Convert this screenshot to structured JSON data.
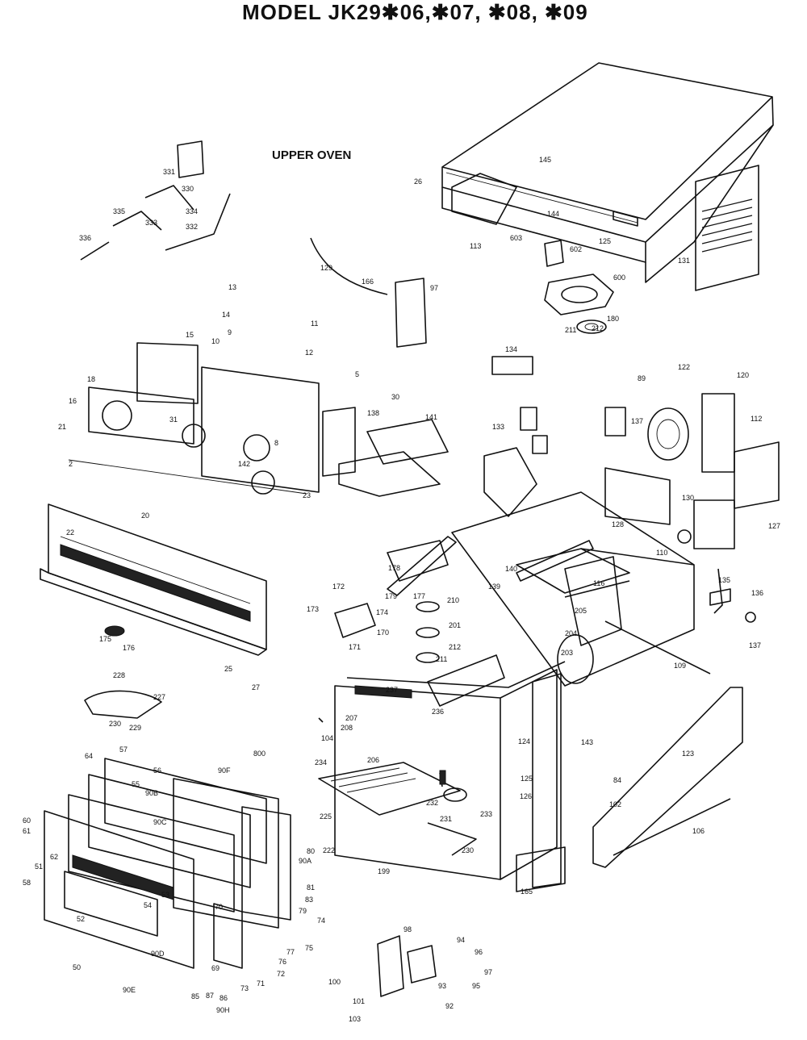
{
  "header": {
    "title": "MODEL  JK29✱06,✱07, ✱08, ✱09",
    "section_label": "UPPER OVEN"
  },
  "callouts": {
    "p145": "145",
    "p144": "144",
    "p125": "125",
    "p131": "131",
    "p113": "113",
    "p26": "26",
    "p603": "603",
    "p602": "602",
    "p600": "600",
    "p180": "180",
    "p211": "211",
    "p212": "212",
    "p129": "129",
    "p166": "166",
    "p97": "97",
    "p13": "13",
    "p14": "14",
    "p9": "9",
    "p10": "10",
    "p11": "11",
    "p12": "12",
    "p15": "15",
    "p16": "16",
    "p18": "18",
    "p5": "5",
    "p30": "30",
    "p21": "21",
    "p31": "31",
    "p2": "2",
    "p8": "8",
    "p142": "142",
    "p23": "23",
    "p20": "20",
    "p22": "22",
    "p138": "138",
    "p141": "141",
    "p134": "134",
    "p89": "89",
    "p122": "122",
    "p120": "120",
    "p112": "112",
    "p137a": "137",
    "p133": "133",
    "p130": "130",
    "p127": "127",
    "p128": "128",
    "p110": "110",
    "p139": "139",
    "p140": "140",
    "p135": "135",
    "p136": "136",
    "p137": "137",
    "p116": "116",
    "p172": "172",
    "p173": "173",
    "p174": "174",
    "p170": "170",
    "p171": "171",
    "p175": "175",
    "p176": "176",
    "p178": "178",
    "p177": "177",
    "p179": "179",
    "p210": "210",
    "p201": "201",
    "p212b": "212",
    "p211b": "211",
    "p205": "205",
    "p204": "204",
    "p203": "203",
    "p109": "109",
    "p228": "228",
    "p227": "227",
    "p230": "230",
    "p229": "229",
    "p25": "25",
    "p27": "27",
    "p237": "237",
    "p236": "236",
    "p104": "104",
    "p207": "207",
    "p208": "208",
    "p206": "206",
    "p124": "124",
    "p143": "143",
    "p84": "84",
    "p123": "123",
    "p57": "57",
    "p56": "56",
    "p64": "64",
    "p55": "55",
    "p90F": "90F",
    "p800": "800",
    "p90B": "90B",
    "p90C": "90C",
    "p234": "234",
    "p232": "232",
    "p231": "231",
    "p233": "233",
    "p225": "225",
    "p222": "222",
    "p199": "199",
    "p230b": "230",
    "p126": "126",
    "p125b": "125",
    "p106": "106",
    "p102": "102",
    "p165": "165",
    "p60": "60",
    "p61": "61",
    "p62": "62",
    "p51": "51",
    "p58": "58",
    "p53": "53",
    "p54": "54",
    "p52": "52",
    "p50": "50",
    "p90D": "90D",
    "p90E": "90E",
    "p85": "85",
    "p87": "87",
    "p86": "86",
    "p90H": "90H",
    "p73": "73",
    "p71": "71",
    "p72": "72",
    "p75": "75",
    "p77": "77",
    "p76": "76",
    "p74": "74",
    "p79": "79",
    "p83": "83",
    "p81": "81",
    "p80": "80",
    "p90A": "90A",
    "p70": "70",
    "p69": "69",
    "p98": "98",
    "p94": "94",
    "p96": "96",
    "p97b": "97",
    "p95": "95",
    "p93": "93",
    "p92": "92",
    "p100": "100",
    "p101": "101",
    "p103": "103",
    "p330": "330",
    "p331": "331",
    "p334": "334",
    "p333": "333",
    "p335": "335",
    "p332": "332",
    "p336": "336"
  }
}
